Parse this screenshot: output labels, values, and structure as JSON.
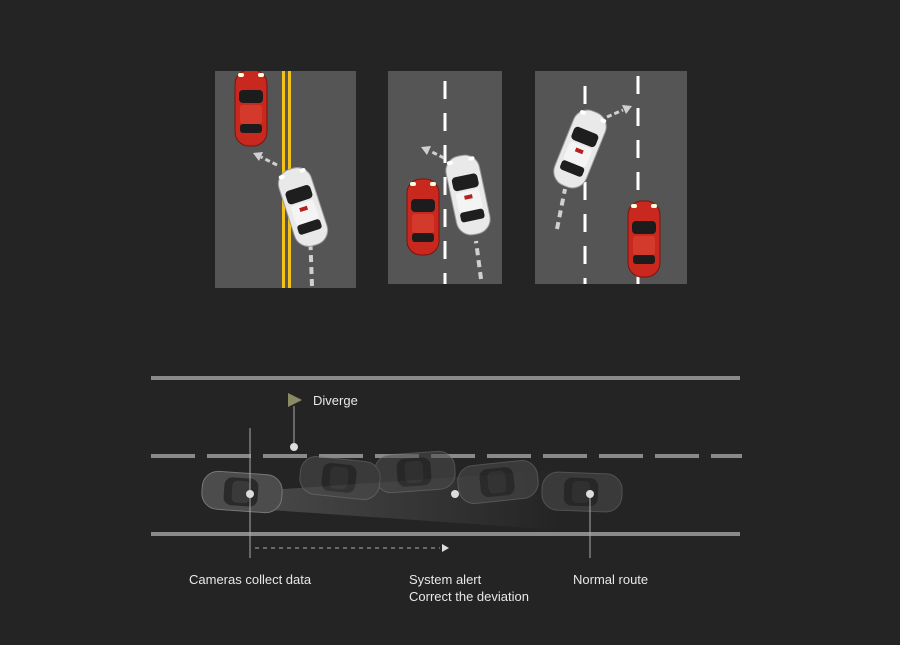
{
  "scenarios": [
    {
      "name": "double-yellow-line-drift"
    },
    {
      "name": "dashed-lane-drift-left"
    },
    {
      "name": "dashed-lane-drift-right"
    }
  ],
  "diagram": {
    "diverge_label": "Diverge",
    "labels": {
      "cameras": "Cameras collect data",
      "alert_line1": "System alert",
      "alert_line2": "Correct the deviation",
      "normal": "Normal route"
    }
  },
  "colors": {
    "background": "#242424",
    "road": "#555555",
    "lane_white": "#ffffff",
    "lane_yellow": "#f2c21a",
    "red_car": "#c8281e",
    "white_car": "#e6e6e6"
  }
}
